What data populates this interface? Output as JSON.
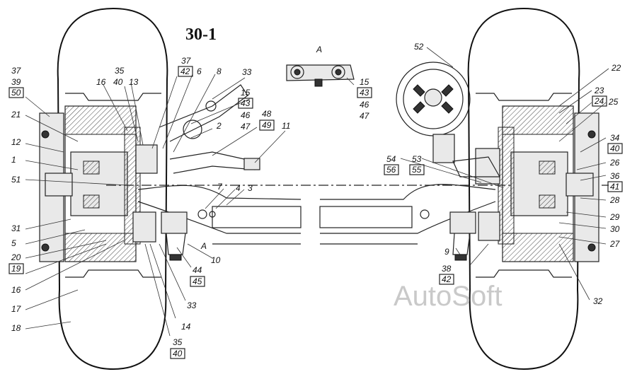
{
  "title": "30-1",
  "view_marker": "A",
  "section_marker": "A",
  "watermark": "AutoSoft",
  "labels_left": {
    "l37a": "37",
    "l39": "39",
    "l50": "50",
    "l21": "21",
    "l12": "12",
    "l1": "1",
    "l51": "51",
    "l31": "31",
    "l5": "5",
    "l20": "20",
    "l19": "19",
    "l16b": "16",
    "l17": "17",
    "l18": "18",
    "l35a": "35",
    "l40a": "40",
    "l13": "13",
    "l16a": "16",
    "l37b": "37",
    "l42a": "42",
    "l6": "6",
    "l8": "8",
    "l33a": "33",
    "l15a": "15",
    "l43a": "43",
    "l46a": "46",
    "l47a": "47",
    "l48": "48",
    "l49": "49",
    "l11": "11",
    "l2": "2",
    "l7": "7",
    "l4": "4",
    "l3": "3",
    "l10": "10",
    "l44": "44",
    "l45": "45",
    "l33b": "33",
    "l14": "14",
    "l35b": "35",
    "l40b": "40"
  },
  "labels_detail": {
    "l15b": "15",
    "l43b": "43",
    "l46b": "46",
    "l47b": "47"
  },
  "labels_right": {
    "l52": "52",
    "l22": "22",
    "l23": "23",
    "l24": "24",
    "l25": "25",
    "l34": "34",
    "l40c": "40",
    "l26": "26",
    "l36": "36",
    "l41": "41",
    "l54": "54",
    "l56": "56",
    "l53": "53",
    "l55": "55",
    "l28": "28",
    "l29": "29",
    "l30": "30",
    "l27": "27",
    "l9": "9",
    "l38": "38",
    "l42b": "42",
    "l32": "32"
  }
}
